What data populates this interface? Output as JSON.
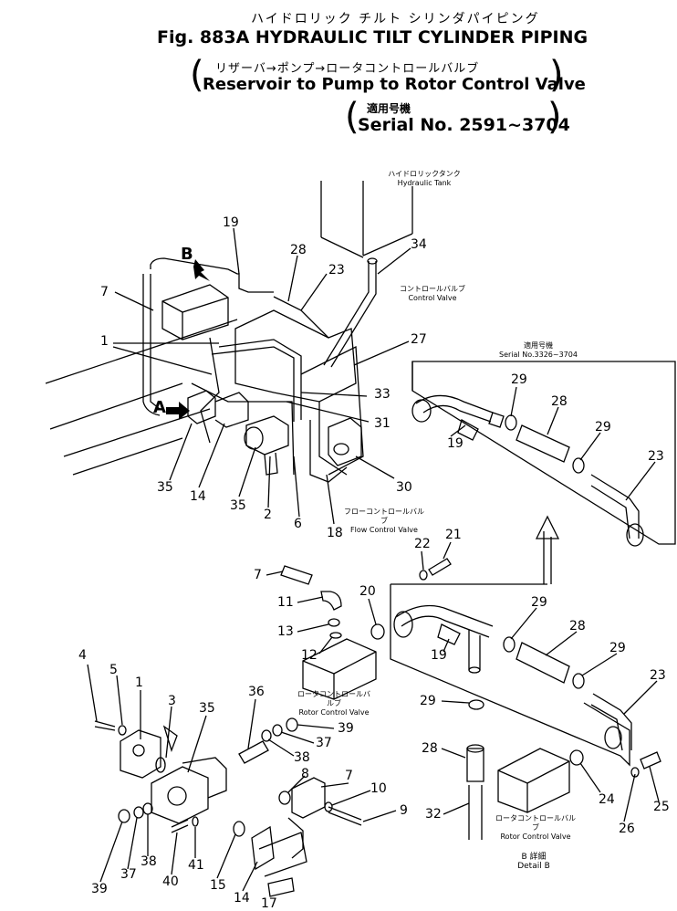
{
  "title": {
    "jp": "ハイドロリック チルト シリンダパイピング",
    "main": "Fig. 883A  HYDRAULIC TILT CYLINDER PIPING"
  },
  "subtitle": {
    "jp": "リザーバ→ポンプ→ロータコントロールバルブ",
    "en": "Reservoir to Pump to Rotor Control Valve"
  },
  "serial": {
    "jp": "適用号機",
    "en": "Serial No. 2591~3704"
  },
  "annotations": {
    "hydraulic_tank_jp": "ハイドロリックタンク",
    "hydraulic_tank_en": "Hydraulic Tank",
    "control_valve_jp": "コントロールバルブ",
    "control_valve_en": "Control Valve",
    "flow_control_jp": "フローコントロールバルブ",
    "flow_control_en": "Flow Control Valve",
    "rotor_control_jp_1": "ロータコントロールバルブ",
    "rotor_control_en_1": "Rotor Control Valve",
    "rotor_control_jp_2": "ロータコントロールバルブ",
    "rotor_control_en_2": "Rotor Control Valve",
    "inset_serial_jp": "適用号機",
    "inset_serial_en": "Serial No.3326~3704",
    "detail_jp": "B 詳細",
    "detail_en": "Detail B",
    "view_a": "A",
    "view_b": "B"
  },
  "part_labels": [
    {
      "id": "p19a",
      "text": "19"
    },
    {
      "id": "p28a",
      "text": "28"
    },
    {
      "id": "p34",
      "text": "34"
    },
    {
      "id": "p23a",
      "text": "23"
    },
    {
      "id": "p7a",
      "text": "7"
    },
    {
      "id": "p1a",
      "text": "1"
    },
    {
      "id": "p27",
      "text": "27"
    },
    {
      "id": "p33",
      "text": "33"
    },
    {
      "id": "p31",
      "text": "31"
    },
    {
      "id": "p30",
      "text": "30"
    },
    {
      "id": "p35a",
      "text": "35"
    },
    {
      "id": "p14a",
      "text": "14"
    },
    {
      "id": "p35b",
      "text": "35"
    },
    {
      "id": "p2",
      "text": "2"
    },
    {
      "id": "p6",
      "text": "6"
    },
    {
      "id": "p18",
      "text": "18"
    },
    {
      "id": "p29a",
      "text": "29"
    },
    {
      "id": "p28b",
      "text": "28"
    },
    {
      "id": "p29b",
      "text": "29"
    },
    {
      "id": "p19b",
      "text": "19"
    },
    {
      "id": "p23b",
      "text": "23"
    },
    {
      "id": "p22",
      "text": "22"
    },
    {
      "id": "p21",
      "text": "21"
    },
    {
      "id": "p7b",
      "text": "7"
    },
    {
      "id": "p11",
      "text": "11"
    },
    {
      "id": "p20",
      "text": "20"
    },
    {
      "id": "p13",
      "text": "13"
    },
    {
      "id": "p12",
      "text": "12"
    },
    {
      "id": "p29c",
      "text": "29"
    },
    {
      "id": "p28c",
      "text": "28"
    },
    {
      "id": "p29d",
      "text": "29"
    },
    {
      "id": "p19c",
      "text": "19"
    },
    {
      "id": "p23c",
      "text": "23"
    },
    {
      "id": "p4",
      "text": "4"
    },
    {
      "id": "p5",
      "text": "5"
    },
    {
      "id": "p1b",
      "text": "1"
    },
    {
      "id": "p3",
      "text": "3"
    },
    {
      "id": "p35c",
      "text": "35"
    },
    {
      "id": "p36",
      "text": "36"
    },
    {
      "id": "p39a",
      "text": "39"
    },
    {
      "id": "p37a",
      "text": "37"
    },
    {
      "id": "p38a",
      "text": "38"
    },
    {
      "id": "p29e",
      "text": "29"
    },
    {
      "id": "p28d",
      "text": "28"
    },
    {
      "id": "p8",
      "text": "8"
    },
    {
      "id": "p7c",
      "text": "7"
    },
    {
      "id": "p10",
      "text": "10"
    },
    {
      "id": "p9",
      "text": "9"
    },
    {
      "id": "p24",
      "text": "24"
    },
    {
      "id": "p25",
      "text": "25"
    },
    {
      "id": "p26",
      "text": "26"
    },
    {
      "id": "p32",
      "text": "32"
    },
    {
      "id": "p39b",
      "text": "39"
    },
    {
      "id": "p37b",
      "text": "37"
    },
    {
      "id": "p38b",
      "text": "38"
    },
    {
      "id": "p40",
      "text": "40"
    },
    {
      "id": "p41",
      "text": "41"
    },
    {
      "id": "p15",
      "text": "15"
    },
    {
      "id": "p14b",
      "text": "14"
    },
    {
      "id": "p17",
      "text": "17"
    }
  ]
}
